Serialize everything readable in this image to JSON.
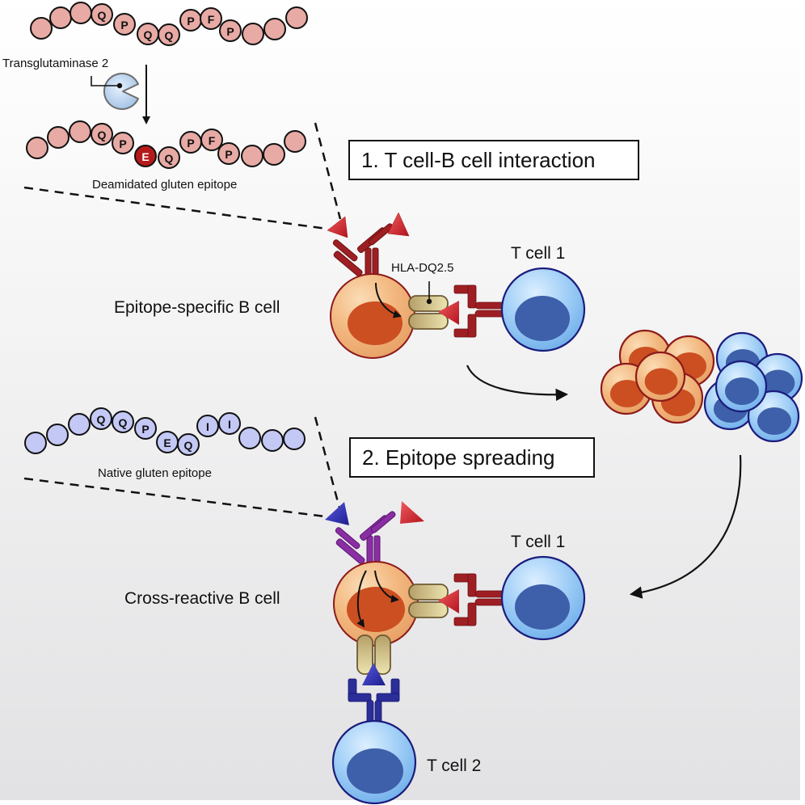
{
  "figure": {
    "type": "biological-mechanism-diagram",
    "topic": "Gluten epitope deamidation, T cell-B cell interaction and epitope spreading"
  },
  "peptides": {
    "native_top": {
      "residues": [
        "",
        "",
        "",
        "Q",
        "P",
        "Q",
        "Q",
        "P",
        "F",
        "P",
        "",
        "",
        ""
      ],
      "color": "#e8aaa4"
    },
    "deamidated": {
      "residues": [
        "",
        "",
        "",
        "Q",
        "P",
        "E",
        "Q",
        "P",
        "F",
        "P",
        "",
        "",
        ""
      ],
      "highlight_index": 5,
      "highlight_color": "#b51a1a",
      "color": "#e8aaa4",
      "label": "Deamidated gluten epitope"
    },
    "native_blue": {
      "residues": [
        "",
        "",
        "",
        "Q",
        "Q",
        "P",
        "E",
        "Q",
        "I",
        "I",
        "",
        "",
        ""
      ],
      "color": "#c3c8f5",
      "label": "Native gluten epitope"
    }
  },
  "enzyme": {
    "label": "Transglutaminase 2",
    "icon": "pacman-enzyme-icon"
  },
  "steps": [
    {
      "label": "1. T cell-B cell interaction"
    },
    {
      "label": "2. Epitope spreading"
    }
  ],
  "cells": {
    "b_cell_1_label": "Epitope-specific B cell",
    "b_cell_2_label": "Cross-reactive B cell",
    "t_cell_1_label": "T cell 1",
    "t_cell_1b_label": "T cell 1",
    "t_cell_2_label": "T cell 2",
    "mhc_label": "HLA-DQ2.5"
  },
  "colors": {
    "b_cell_fill": "#f2b77e",
    "b_cell_nucleus": "#cc4f22",
    "b_cell_border": "#8e1b1b",
    "t_cell_fill": "#8cc3f3",
    "t_cell_nucleus": "#3e5fa9",
    "t_cell_border": "#1b1c7d",
    "antibody_red": "#9e1f23",
    "antibody_purple": "#8a2ea3",
    "tcr_red": "#9e1f23",
    "tcr_blue": "#2b2d99",
    "antigen_red": "#d42530",
    "antigen_blue": "#2b2bb0",
    "mhc_fill": "#c9b784"
  }
}
